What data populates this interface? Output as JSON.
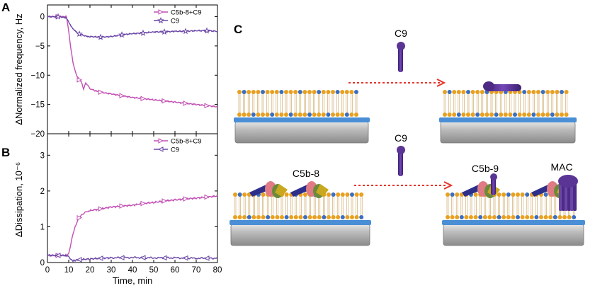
{
  "panel_labels": {
    "a": "A",
    "b": "B",
    "c": "C"
  },
  "colors": {
    "c5b8_c9": "#c24fb3",
    "c9": "#6a46a6",
    "arrow": "#e8332a",
    "membrane": "#4a8fd6",
    "head_orange": "#e8a020",
    "head_blue": "#3a6fc0"
  },
  "chart_data": [
    {
      "type": "line",
      "panel": "A",
      "xlabel": "",
      "ylabel": "ΔNormalized frequency, Hz",
      "xlim": [
        0,
        80
      ],
      "ylim": [
        -20,
        2
      ],
      "xticks": [
        0,
        10,
        20,
        30,
        40,
        50,
        60,
        70,
        80
      ],
      "yticks": [
        0,
        -5,
        -10,
        -15,
        -20
      ],
      "ytick_labels": [
        "0",
        "−5",
        "−10",
        "−15",
        "−20"
      ],
      "grid": false,
      "legend_position": "top-right",
      "series": [
        {
          "name": "C5b-8+C9",
          "marker": "triangle-right",
          "color": "#c24fb3",
          "x": [
            0,
            5,
            9,
            10,
            11,
            12,
            13,
            14,
            15,
            16,
            17,
            18,
            19,
            20,
            22,
            25,
            30,
            35,
            40,
            45,
            50,
            55,
            60,
            65,
            70,
            75,
            80
          ],
          "y": [
            0,
            0,
            0,
            -2.5,
            -5.5,
            -7.8,
            -9.2,
            -10.2,
            -10.8,
            -11.2,
            -12.3,
            -11.3,
            -11.8,
            -12.3,
            -12.6,
            -12.9,
            -13.2,
            -13.5,
            -13.8,
            -14.0,
            -14.2,
            -14.4,
            -14.6,
            -14.8,
            -15.0,
            -15.2,
            -15.4
          ]
        },
        {
          "name": "C9",
          "marker": "star",
          "color": "#6a46a6",
          "x": [
            0,
            5,
            9,
            10,
            12,
            14,
            16,
            18,
            20,
            25,
            30,
            35,
            40,
            45,
            50,
            55,
            60,
            65,
            70,
            75,
            80
          ],
          "y": [
            0,
            0,
            -0.2,
            -1.0,
            -2.0,
            -2.8,
            -3.1,
            -3.3,
            -3.4,
            -3.5,
            -3.4,
            -3.1,
            -2.9,
            -2.8,
            -2.6,
            -2.6,
            -2.5,
            -2.5,
            -2.4,
            -2.4,
            -2.5
          ]
        }
      ]
    },
    {
      "type": "line",
      "panel": "B",
      "xlabel": "Time, min",
      "ylabel": "ΔDissipation, 10⁻⁶",
      "xlim": [
        0,
        80
      ],
      "ylim": [
        0,
        3.6
      ],
      "xticks": [
        0,
        10,
        20,
        30,
        40,
        50,
        60,
        70,
        80
      ],
      "yticks": [
        0,
        1,
        2,
        3
      ],
      "grid": false,
      "legend_position": "top-right",
      "series": [
        {
          "name": "C5b-8+C9",
          "marker": "triangle-right",
          "color": "#c24fb3",
          "x": [
            0,
            5,
            9,
            10,
            11,
            12,
            13,
            14,
            15,
            16,
            17,
            18,
            20,
            25,
            30,
            35,
            40,
            45,
            50,
            55,
            60,
            65,
            70,
            75,
            80
          ],
          "y": [
            0.2,
            0.2,
            0.2,
            0.25,
            0.5,
            0.8,
            1.0,
            1.15,
            1.25,
            1.32,
            1.38,
            1.42,
            1.45,
            1.5,
            1.55,
            1.58,
            1.6,
            1.65,
            1.68,
            1.72,
            1.75,
            1.78,
            1.8,
            1.83,
            1.86
          ]
        },
        {
          "name": "C9",
          "marker": "triangle-left",
          "color": "#6a46a6",
          "x": [
            0,
            5,
            9,
            10,
            11,
            12,
            15,
            20,
            25,
            30,
            40,
            50,
            60,
            70,
            80
          ],
          "y": [
            0.2,
            0.2,
            0.2,
            0.15,
            0.08,
            0.05,
            0.08,
            0.1,
            0.12,
            0.13,
            0.14,
            0.13,
            0.13,
            0.12,
            0.12
          ]
        }
      ]
    }
  ],
  "diagram": {
    "c9_label_top": "C9",
    "c9_label_bottom": "C9",
    "c5b8_label": "C5b-8",
    "c5b9_label": "C5b-9",
    "mac_label": "MAC"
  }
}
